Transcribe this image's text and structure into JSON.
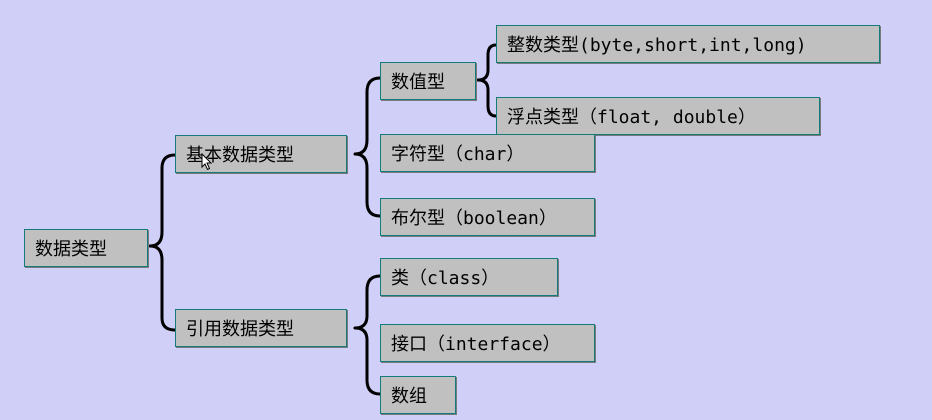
{
  "diagram": {
    "root": "数据类型",
    "primitive": "基本数据类型",
    "reference": "引用数据类型",
    "numeric": "数值型",
    "integer": "整数类型(byte,short,int,long)",
    "floating": "浮点类型（float, double）",
    "character": "字符型（char）",
    "boolean": "布尔型（boolean）",
    "class": "类（class）",
    "interface": "接口（interface）",
    "array": "数组"
  },
  "colors": {
    "background": "#cfcff8",
    "box_fill": "#c0c0c0",
    "box_border": "#157a7a",
    "bracket": "#000000"
  }
}
